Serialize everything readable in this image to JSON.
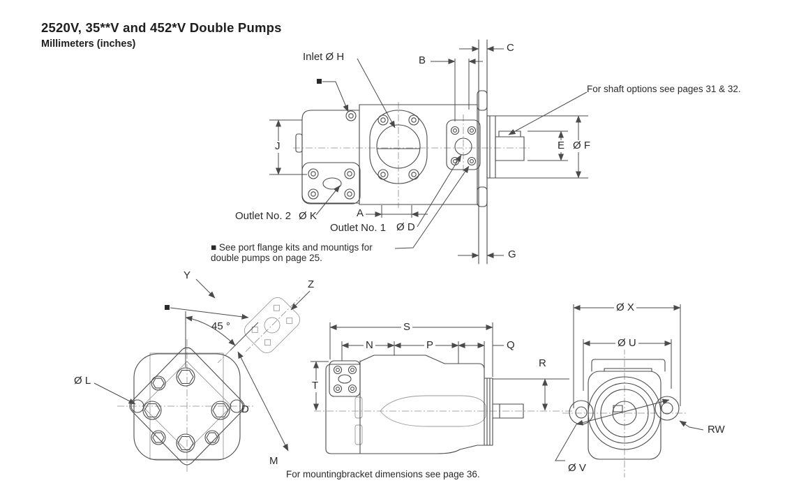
{
  "page": {
    "title": "2520V, 35**V and 452*V Double Pumps",
    "subtitle": "Millimeters (inches)"
  },
  "top_view": {
    "labels": {
      "inlet": "Inlet Ø H",
      "b": "B",
      "c": "C",
      "j": "J",
      "e": "E",
      "f": "Ø F",
      "a": "A",
      "g": "G",
      "outlet2": "Outlet No. 2",
      "k": "Ø K",
      "outlet1": "Outlet No. 1",
      "d": "Ø D"
    },
    "notes": {
      "shaft_options": "For shaft options see pages  31 & 32.",
      "port_flange": "■ See  port flange kits  and mountigs for double pumps on page  25."
    }
  },
  "bottom_left_view": {
    "labels": {
      "y": "Y",
      "z": "Z",
      "angle": "45 °",
      "l": "Ø L",
      "d": "D",
      "m": "M"
    }
  },
  "bottom_middle_view": {
    "labels": {
      "s": "S",
      "n": "N",
      "p": "P",
      "q": "Q",
      "r": "R",
      "t": "T"
    },
    "note": "For mountingbracket  dimensions see  page 36."
  },
  "bottom_right_view": {
    "labels": {
      "x": "Ø X",
      "u": "Ø U",
      "rw": "RW",
      "v": "Ø V"
    }
  },
  "colors": {
    "line": "#4a4a4a",
    "light_line": "#9a9a9a",
    "text": "#2a2a2a",
    "background": "#ffffff"
  }
}
